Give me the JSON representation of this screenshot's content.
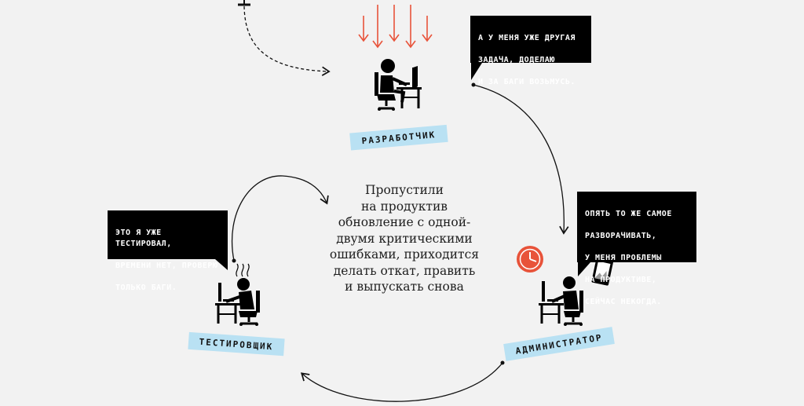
{
  "roles": {
    "developer": "РАЗРАБОТЧИК",
    "tester": "ТЕСТИРОВЩИК",
    "admin": "АДМИНИСТРАТОР"
  },
  "bubbles": {
    "developer": [
      "А У МЕНЯ УЖЕ ДРУГАЯ",
      "ЗАДАЧА, ДОДЕЛАЮ",
      "И ЗА БАГИ ВОЗЬМУСЬ."
    ],
    "tester": [
      "ЭТО Я УЖЕ ТЕСТИРОВАЛ,",
      "ВРЕМЕНИ НЕТ, ПРОВЕРЮ",
      "ТОЛЬКО БАГИ."
    ],
    "admin": [
      "ОПЯТЬ ТО ЖЕ САМОЕ",
      "РАЗВОРАЧИВАТЬ,",
      "У МЕНЯ ПРОБЛЕМЫ",
      "НА ПРОДУКТИВЕ,",
      "СЕЙЧАС НЕКОГДА."
    ]
  },
  "center_text": [
    "Пропустили",
    "на продуктив",
    "обновление с одной-",
    "двумя критическими",
    "ошибками, приходится",
    "делать откат, править",
    "и выпускать снова"
  ],
  "colors": {
    "background": "#f2f2f2",
    "label_band": "#b9e1f3",
    "accent_red": "#e8533a",
    "ink": "#000000"
  },
  "icons": [
    "down-arrows-icon",
    "developer-at-desk-icon",
    "tester-at-desk-icon",
    "admin-at-desk-icon",
    "clock-icon",
    "tablet-icon",
    "steam-icon"
  ]
}
